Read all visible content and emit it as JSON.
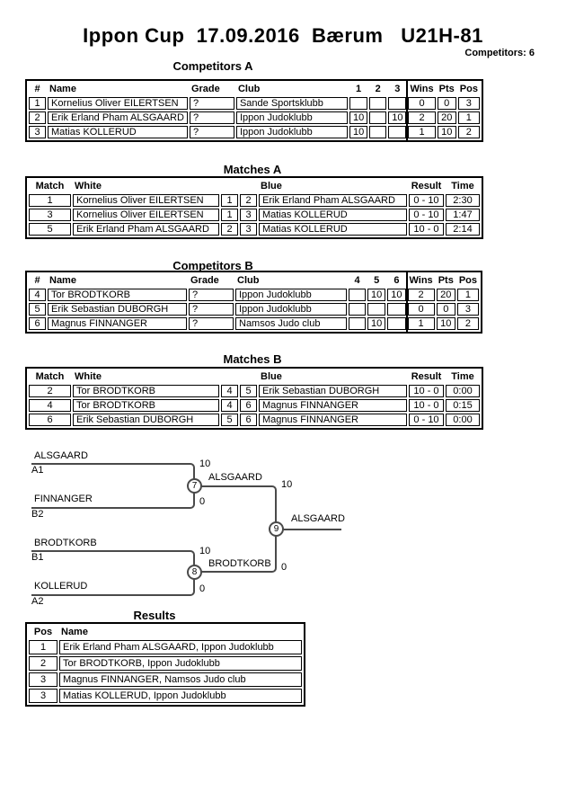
{
  "page": {
    "title": "Ippon Cup  17.09.2016  Bærum   U21H-81",
    "competitors_count_label": "Competitors: 6"
  },
  "sections": {
    "competitors_a": {
      "heading": "Competitors A",
      "columns": [
        "#",
        "Name",
        "Grade",
        "Club",
        "1",
        "2",
        "3",
        "Wins",
        "Pts",
        "Pos"
      ],
      "rows": [
        [
          "1",
          "Kornelius Oliver EILERTSEN",
          "?",
          "Sande Sportsklubb",
          "",
          "",
          "",
          "0",
          "0",
          "3"
        ],
        [
          "2",
          "Erik Erland Pham ALSGAARD",
          "?",
          "Ippon Judoklubb",
          "10",
          "",
          "10",
          "2",
          "20",
          "1"
        ],
        [
          "3",
          "Matias KOLLERUD",
          "?",
          "Ippon Judoklubb",
          "10",
          "",
          "",
          "1",
          "10",
          "2"
        ]
      ]
    },
    "matches_a": {
      "heading": "Matches A",
      "columns": [
        "Match",
        "White",
        "",
        "",
        "Blue",
        "Result",
        "Time"
      ],
      "rows": [
        [
          "1",
          "Kornelius Oliver EILERTSEN",
          "1",
          "2",
          "Erik Erland Pham ALSGAARD",
          "0 - 10",
          "2:30"
        ],
        [
          "3",
          "Kornelius Oliver EILERTSEN",
          "1",
          "3",
          "Matias KOLLERUD",
          "0 - 10",
          "1:47"
        ],
        [
          "5",
          "Erik Erland Pham ALSGAARD",
          "2",
          "3",
          "Matias KOLLERUD",
          "10 - 0",
          "2:14"
        ]
      ]
    },
    "competitors_b": {
      "heading": "Competitors B",
      "columns": [
        "#",
        "Name",
        "Grade",
        "Club",
        "4",
        "5",
        "6",
        "Wins",
        "Pts",
        "Pos"
      ],
      "rows": [
        [
          "4",
          "Tor BRODTKORB",
          "?",
          "Ippon Judoklubb",
          "",
          "10",
          "10",
          "2",
          "20",
          "1"
        ],
        [
          "5",
          "Erik Sebastian DUBORGH",
          "?",
          "Ippon Judoklubb",
          "",
          "",
          "",
          "0",
          "0",
          "3"
        ],
        [
          "6",
          "Magnus FINNANGER",
          "?",
          "Namsos Judo club",
          "",
          "10",
          "",
          "1",
          "10",
          "2"
        ]
      ]
    },
    "matches_b": {
      "heading": "Matches B",
      "columns": [
        "Match",
        "White",
        "",
        "",
        "Blue",
        "Result",
        "Time"
      ],
      "rows": [
        [
          "2",
          "Tor BRODTKORB",
          "4",
          "5",
          "Erik Sebastian DUBORGH",
          "10 - 0",
          "0:00"
        ],
        [
          "4",
          "Tor BRODTKORB",
          "4",
          "6",
          "Magnus FINNANGER",
          "10 - 0",
          "0:15"
        ],
        [
          "6",
          "Erik Sebastian DUBORGH",
          "5",
          "6",
          "Magnus FINNANGER",
          "0 - 10",
          "0:00"
        ]
      ]
    },
    "results": {
      "heading": "Results",
      "columns": [
        "Pos",
        "Name"
      ],
      "rows": [
        [
          "1",
          "Erik Erland Pham ALSGAARD, Ippon Judoklubb"
        ],
        [
          "2",
          "Tor BRODTKORB, Ippon Judoklubb"
        ],
        [
          "3",
          "Magnus FINNANGER, Namsos Judo club"
        ],
        [
          "3",
          "Matias KOLLERUD, Ippon Judoklubb"
        ]
      ]
    }
  },
  "bracket": {
    "sf1": {
      "number": "7",
      "top_name": "ALSGAARD",
      "top_seed": "A1",
      "top_score": "10",
      "bottom_name": "FINNANGER",
      "bottom_seed": "B2",
      "bottom_score": "0",
      "winner": "ALSGAARD"
    },
    "sf2": {
      "number": "8",
      "top_name": "BRODTKORB",
      "top_seed": "B1",
      "top_score": "10",
      "bottom_name": "KOLLERUD",
      "bottom_seed": "A2",
      "bottom_score": "0",
      "winner": "BRODTKORB"
    },
    "final": {
      "number": "9",
      "top_score": "10",
      "bottom_score": "0",
      "winner": "ALSGAARD"
    }
  },
  "colors": {
    "bracket_line": "#4a4a4a",
    "table_border": "#000000",
    "background": "#ffffff"
  }
}
